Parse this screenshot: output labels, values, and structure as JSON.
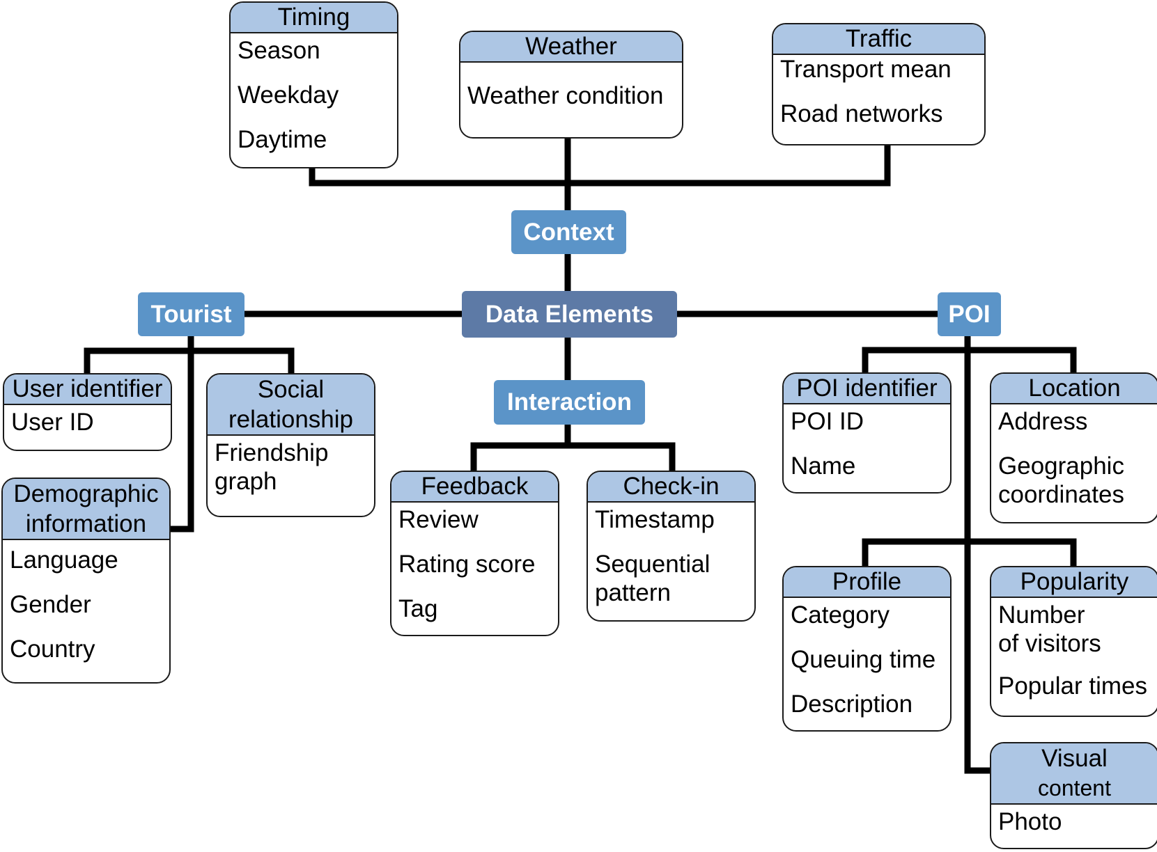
{
  "hubs": {
    "context": "Context",
    "data_elements": "Data Elements",
    "tourist": "Tourist",
    "poi": "POI",
    "interaction": "Interaction"
  },
  "boxes": {
    "timing": {
      "title": "Timing",
      "items": [
        "Season",
        "Weekday",
        "Daytime"
      ]
    },
    "weather": {
      "title": "Weather",
      "items": [
        "Weather condition"
      ]
    },
    "traffic": {
      "title": "Traffic",
      "items": [
        "Transport mean",
        "Road networks"
      ]
    },
    "user_identifier": {
      "title": "User identifier",
      "items": [
        "User ID"
      ]
    },
    "social": {
      "title_lines": [
        "Social",
        "relationship"
      ],
      "item_lines": [
        "Friendship",
        "graph"
      ]
    },
    "demographic": {
      "title_lines": [
        "Demographic",
        "information"
      ],
      "items": [
        "Language",
        "Gender",
        "Country"
      ]
    },
    "feedback": {
      "title": "Feedback",
      "items": [
        "Review",
        "Rating score",
        "Tag"
      ]
    },
    "checkin": {
      "title": "Check-in",
      "items": [
        "Timestamp"
      ],
      "item_lines": [
        "Sequential",
        "pattern"
      ]
    },
    "poi_identifier": {
      "title": "POI identifier",
      "items": [
        "POI ID",
        "Name"
      ]
    },
    "location": {
      "title": "Location",
      "items": [
        "Address"
      ],
      "item_lines": [
        "Geographic",
        "coordinates"
      ]
    },
    "profile": {
      "title": "Profile",
      "items": [
        "Category",
        "Queuing time",
        "Description"
      ]
    },
    "popularity": {
      "title": "Popularity",
      "item_lines": [
        "Number",
        "of visitors"
      ],
      "items": [
        "Popular times"
      ]
    },
    "visual": {
      "title_lines": [
        "Visual",
        "content"
      ],
      "items": [
        "Photo"
      ]
    }
  },
  "colors": {
    "hub": "#5b94c8",
    "root_hub": "#5d7aa6",
    "box_header": "#adc6e4",
    "connector": "#000000"
  }
}
